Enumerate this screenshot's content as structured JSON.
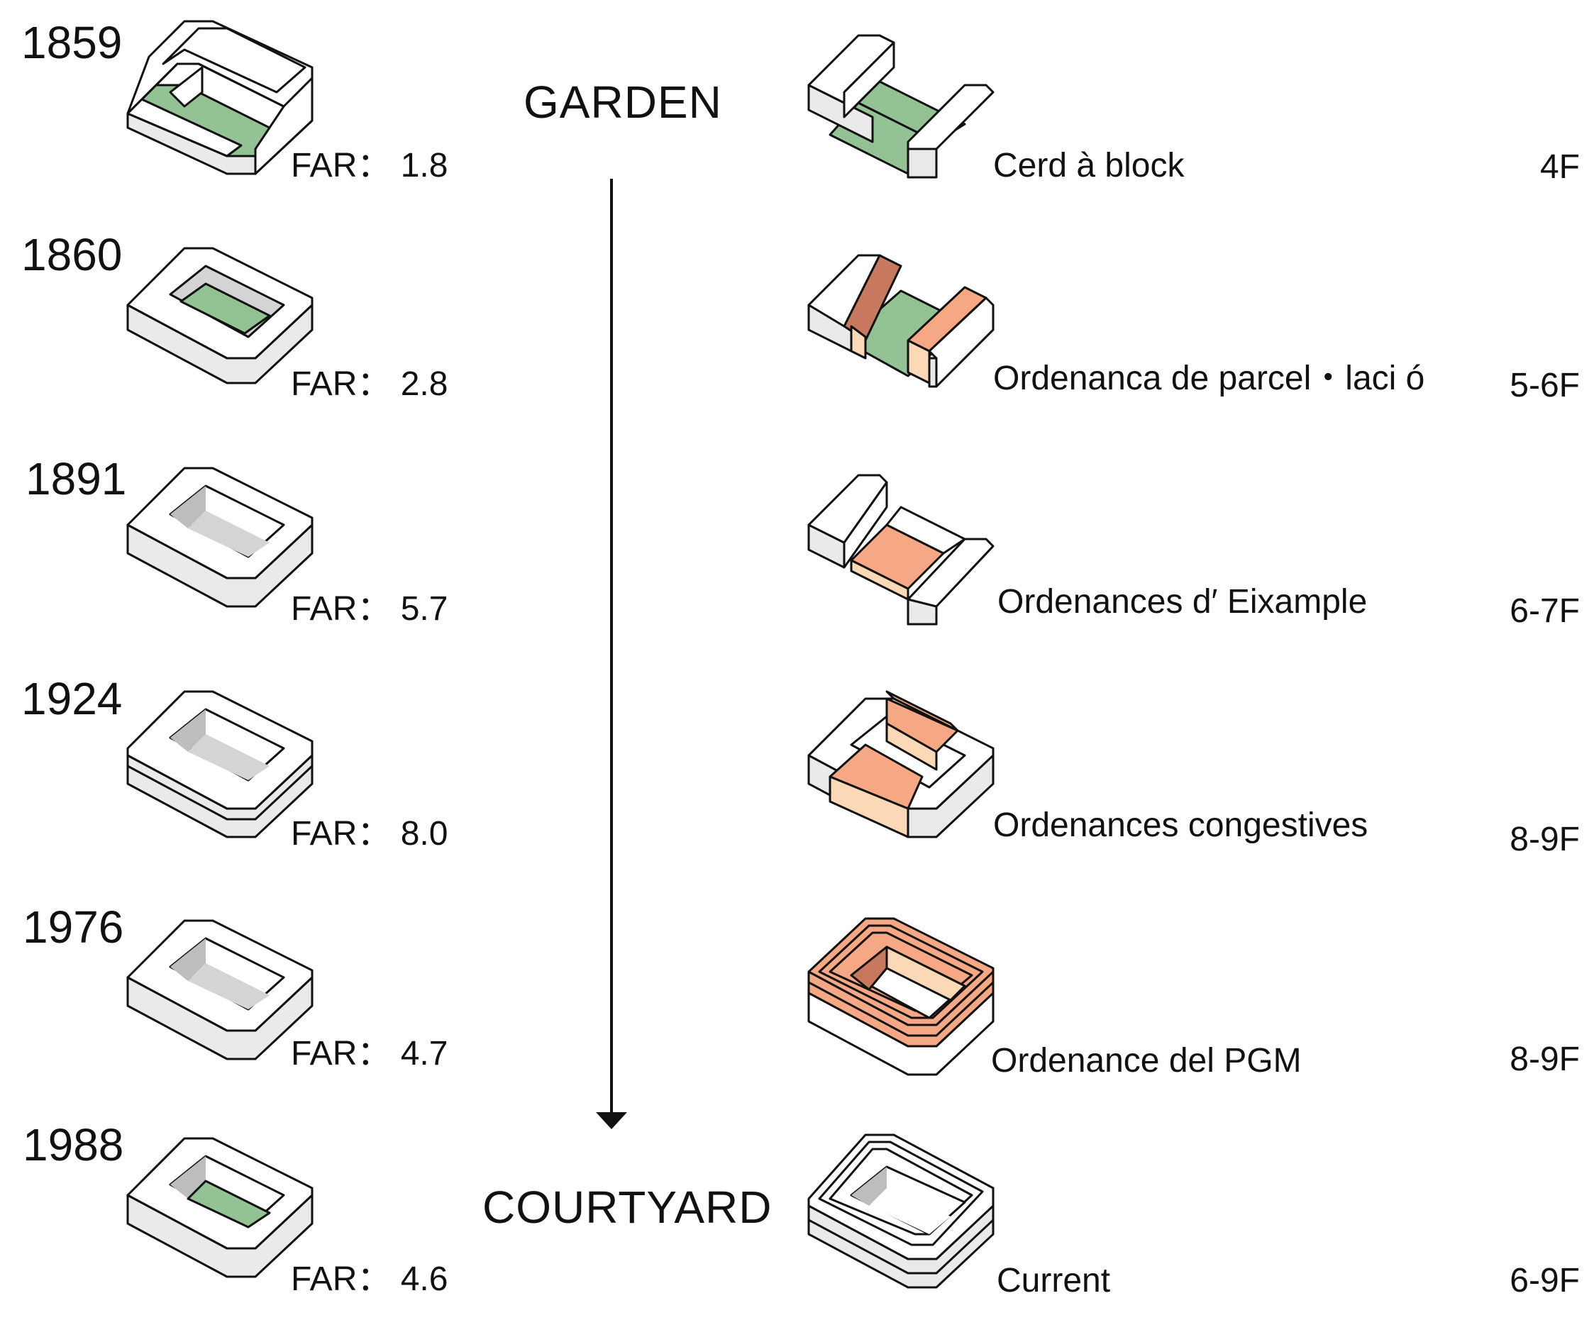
{
  "flow": {
    "top_label": "GARDEN",
    "bottom_label": "COURTYARD"
  },
  "colors": {
    "garden_green": "#93c394",
    "regulation_orange": "#f5a883",
    "regulation_light": "#fcd9b6",
    "regulation_dark": "#c8785e",
    "building_white": "#ffffff",
    "courtyard_grey": "#d4d4d4"
  },
  "timeline": [
    {
      "year": "1859",
      "far": "FAR：  1.8",
      "icon": "block-garden-partial-icon"
    },
    {
      "year": "1860",
      "far": "FAR：  2.8",
      "icon": "block-garden-closed-icon"
    },
    {
      "year": "1891",
      "far": "FAR：  5.7",
      "icon": "block-courtyard-icon"
    },
    {
      "year": "1924",
      "far": "FAR：  8.0",
      "icon": "block-courtyard-tiered-icon"
    },
    {
      "year": "1976",
      "far": "FAR：  4.7",
      "icon": "block-courtyard-icon"
    },
    {
      "year": "1988",
      "far": "FAR：  4.6",
      "icon": "block-garden-closed-icon"
    }
  ],
  "regulations": [
    {
      "name": "Cerd à  block",
      "floors": "4F",
      "icon": "cerda-block-icon"
    },
    {
      "name": "Ordenanca de parcel・laci ó",
      "floors": "5-6F",
      "icon": "parcel-ordinance-block-icon"
    },
    {
      "name": "Ordenances d′   Eixample",
      "floors": "6-7F",
      "icon": "eixample-ordinance-block-icon"
    },
    {
      "name": "Ordenances congestives",
      "floors": "8-9F",
      "icon": "congestive-ordinance-block-icon"
    },
    {
      "name": "Ordenance del PGM",
      "floors": "8-9F",
      "icon": "pgm-ordinance-block-icon"
    },
    {
      "name": "Current",
      "floors": "6-9F",
      "icon": "current-block-icon"
    }
  ]
}
